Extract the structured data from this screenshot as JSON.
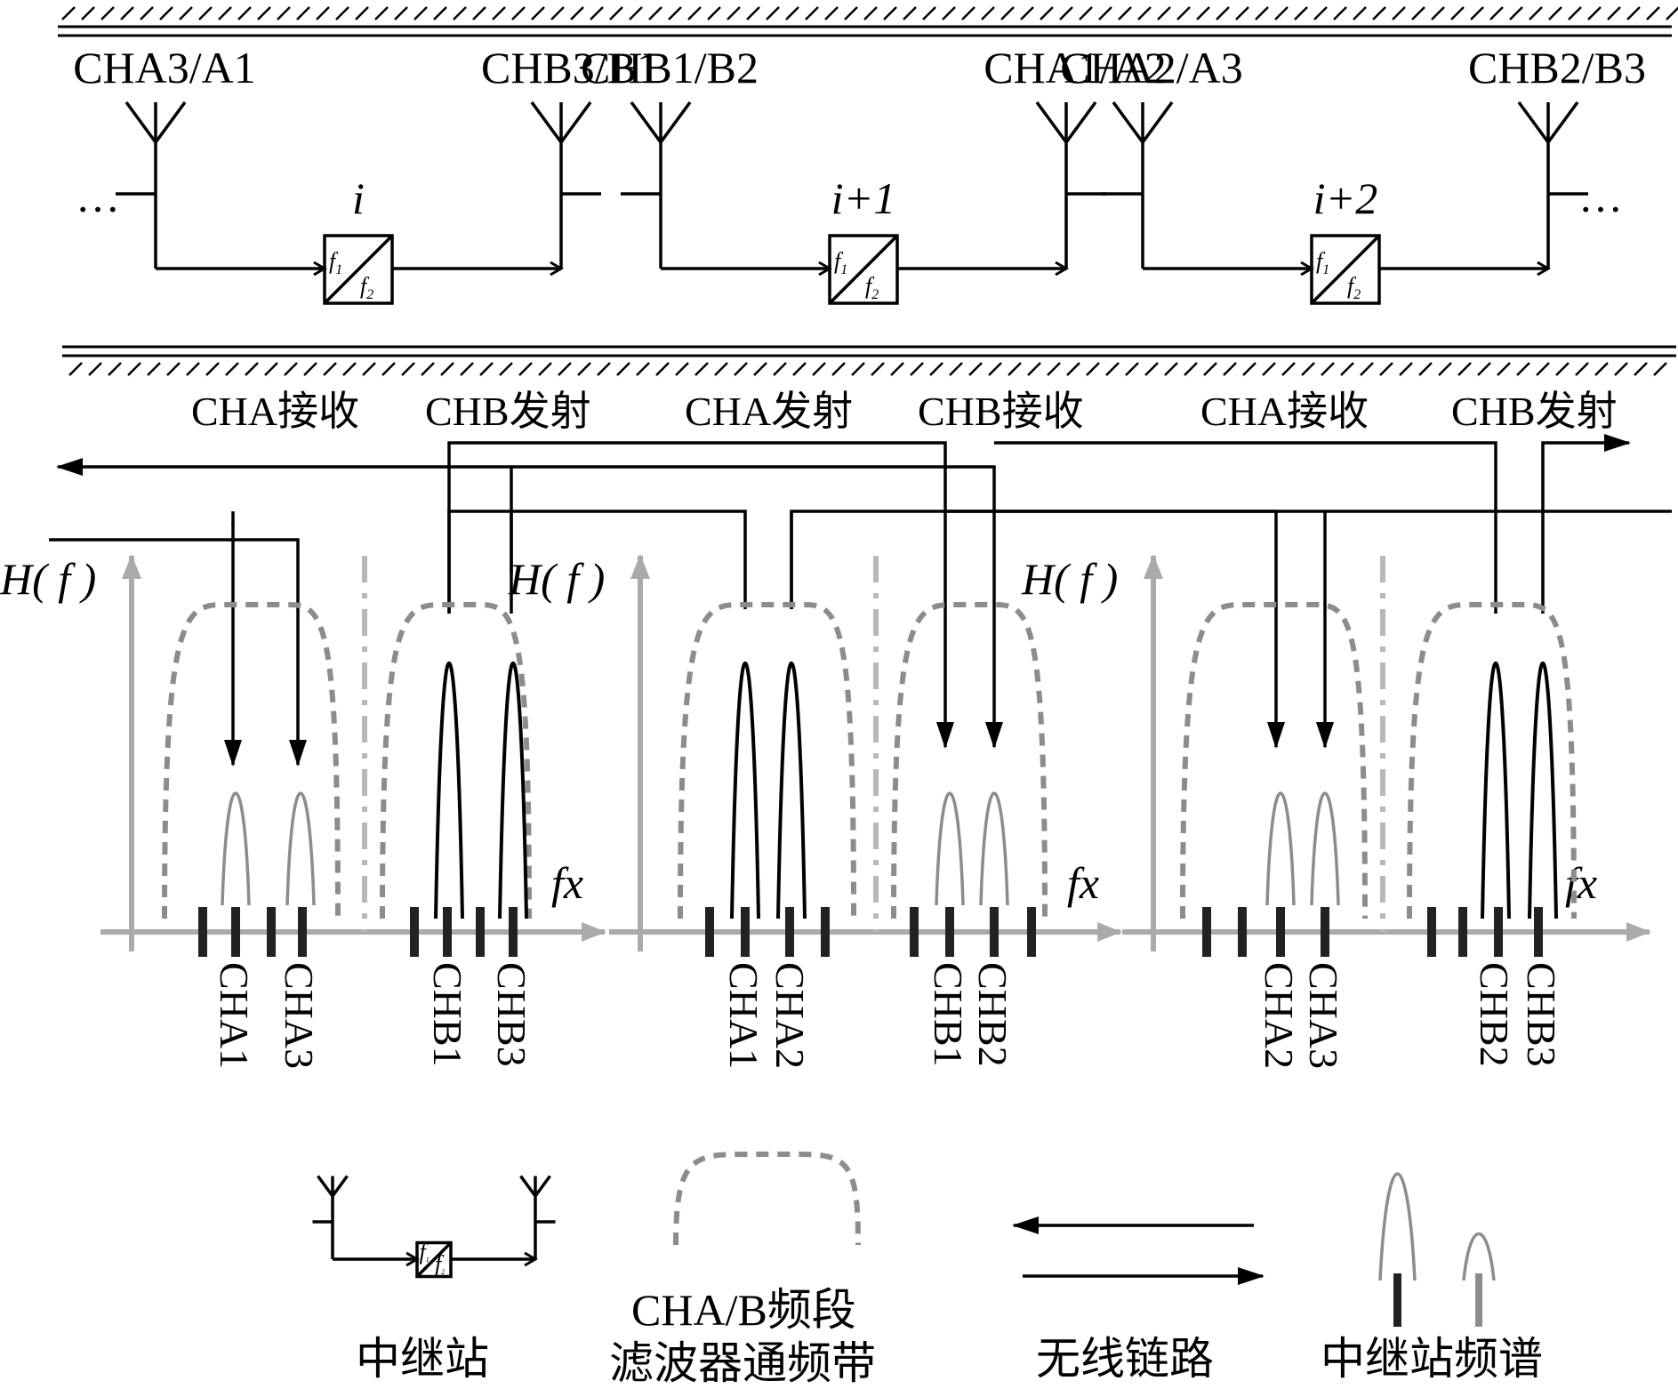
{
  "relays": [
    {
      "label": "i",
      "antenna_left": "CHA3/A1",
      "antenna_right": "CHB3/B1"
    },
    {
      "label": "i+1",
      "antenna_left": "CHB1/B2",
      "antenna_right": "CHA1/A2"
    },
    {
      "label": "i+2",
      "antenna_left": "CHA2/A3",
      "antenna_right": "CHB2/B3"
    }
  ],
  "filter_sub": {
    "f1": "f1",
    "f2": "f2"
  },
  "ellipsis": "…",
  "link_labels": [
    "CHA接收",
    "CHB发射",
    "CHA发射",
    "CHB接收",
    "CHA接收",
    "CHB发射"
  ],
  "plot": {
    "ylabel": "H( f )",
    "xlabel": "fx"
  },
  "channel_labels": [
    [
      "CHA1",
      "CHA3",
      "CHB1",
      "CHB3"
    ],
    [
      "CHA1",
      "CHA2",
      "CHB1",
      "CHB2"
    ],
    [
      "CHA2",
      "CHA3",
      "CHB2",
      "CHB3"
    ]
  ],
  "legend": {
    "relay": "中继站",
    "band_line1": "CHA/B频段",
    "band_line2": "滤波器通频带",
    "link": "无线链路",
    "spectrum": "中继站频谱"
  },
  "colors": {
    "black": "#000000",
    "gray": "#8c8c8c",
    "axis": "#aaaaaa"
  }
}
